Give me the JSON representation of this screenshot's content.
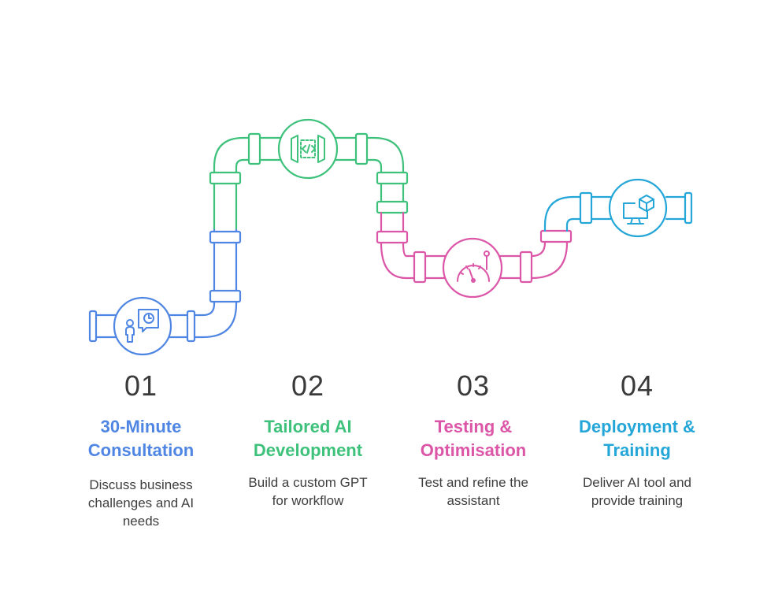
{
  "steps": [
    {
      "number": "01",
      "title_line1": "30-Minute",
      "title_line2": "Consultation",
      "desc_line1": "Discuss business",
      "desc_line2": "challenges and AI",
      "desc_line3": "needs"
    },
    {
      "number": "02",
      "title_line1": "Tailored AI",
      "title_line2": "Development",
      "desc_line1": "Build a custom GPT",
      "desc_line2": "for workflow",
      "desc_line3": ""
    },
    {
      "number": "03",
      "title_line1": "Testing &",
      "title_line2": "Optimisation",
      "desc_line1": "Test and refine the",
      "desc_line2": "assistant",
      "desc_line3": ""
    },
    {
      "number": "04",
      "title_line1": "Deployment &",
      "title_line2": "Training",
      "desc_line1": "Deliver AI tool and",
      "desc_line2": "provide training",
      "desc_line3": ""
    }
  ],
  "colors": {
    "step1": "#4f86e3",
    "step2": "#3ec27b",
    "step3": "#dc56a7",
    "step4": "#24a7d8"
  },
  "icons": [
    "person-clock-icon",
    "code-brackets-icon",
    "speedometer-icon",
    "monitor-cube-icon"
  ]
}
